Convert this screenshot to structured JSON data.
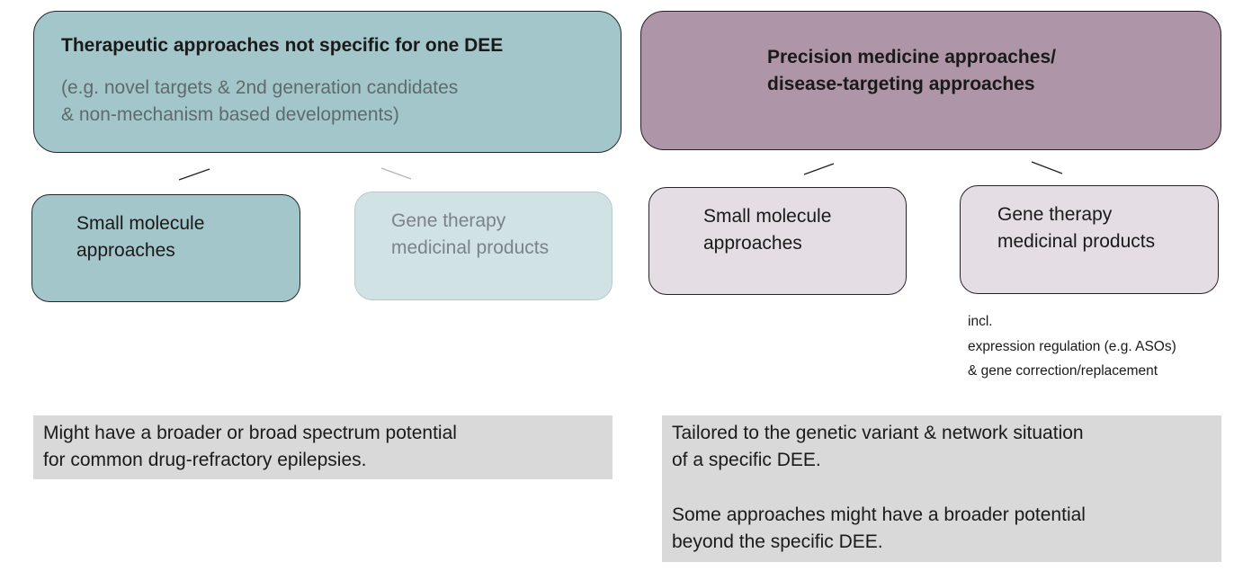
{
  "top_left": {
    "title": "Therapeutic approaches not specific for one DEE",
    "subtitle": "(e.g. novel targets & 2nd generation candidates\n& non-mechanism based developments)"
  },
  "top_right": {
    "title": "Precision medicine approaches/\ndisease-targeting approaches"
  },
  "children": {
    "left_small_molecule": "Small molecule\napproaches",
    "left_gene_therapy": "Gene therapy\nmedicinal products",
    "right_small_molecule": "Small molecule\napproaches",
    "right_gene_therapy": "Gene therapy\nmedicinal products"
  },
  "gene_therapy_note": "incl.\nexpression regulation (e.g. ASOs)\n& gene correction/replacement",
  "bottom_left": {
    "text": "Might have a broader or broad spectrum potential\nfor common drug-refractory epilepsies."
  },
  "bottom_right": {
    "text_1": "Tailored to the genetic variant & network situation\nof a specific DEE.",
    "text_2": "Some approaches might have a broader potential\nbeyond the specific DEE."
  },
  "colors": {
    "teal": "#a3c6ca",
    "teal_light": "#d1e2e5",
    "mauve": "#ae95a7",
    "mauve_light": "#e4dde3",
    "grey_panel": "#d9d9d9"
  }
}
